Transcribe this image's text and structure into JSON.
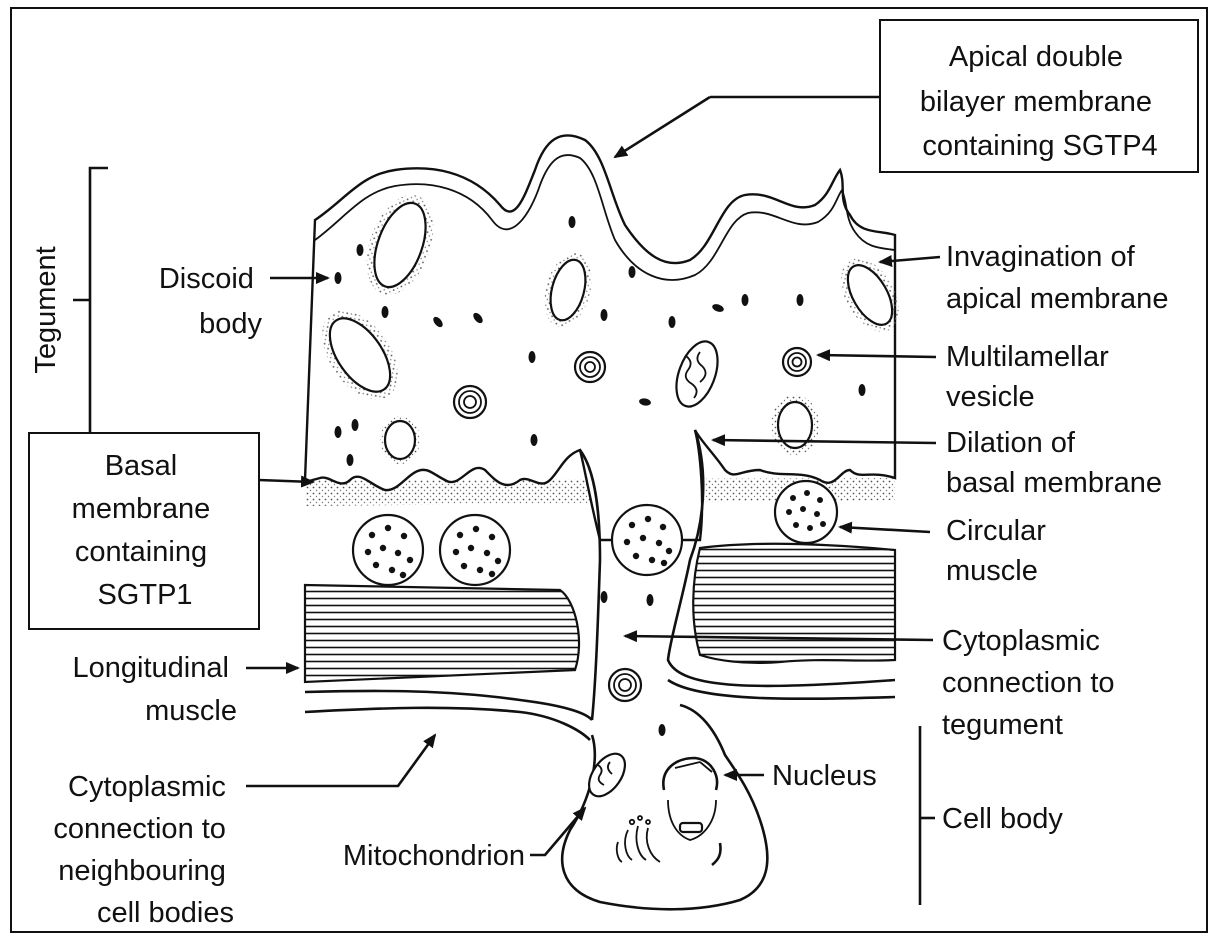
{
  "labels": {
    "apical": [
      "Apical double",
      "bilayer membrane",
      "containing SGTP4"
    ],
    "tegument": "Tegument",
    "discoid": [
      "Discoid",
      "body"
    ],
    "invagination": [
      "Invagination of",
      "apical membrane"
    ],
    "multilamellar": [
      "Multilamellar",
      "vesicle"
    ],
    "dilation": [
      "Dilation of",
      "basal membrane"
    ],
    "basal": [
      "Basal",
      "membrane",
      "containing",
      "SGTP1"
    ],
    "circular": [
      "Circular",
      "muscle"
    ],
    "longitudinal": [
      "Longitudinal",
      "muscle"
    ],
    "cyto_tegument": [
      "Cytoplasmic",
      "connection to",
      "tegument"
    ],
    "nucleus": "Nucleus",
    "cell_body": "Cell body",
    "cyto_neighbour": [
      "Cytoplasmic",
      "connection to",
      "neighbouring",
      "cell bodies"
    ],
    "mitochondrion": "Mitochondrion"
  }
}
